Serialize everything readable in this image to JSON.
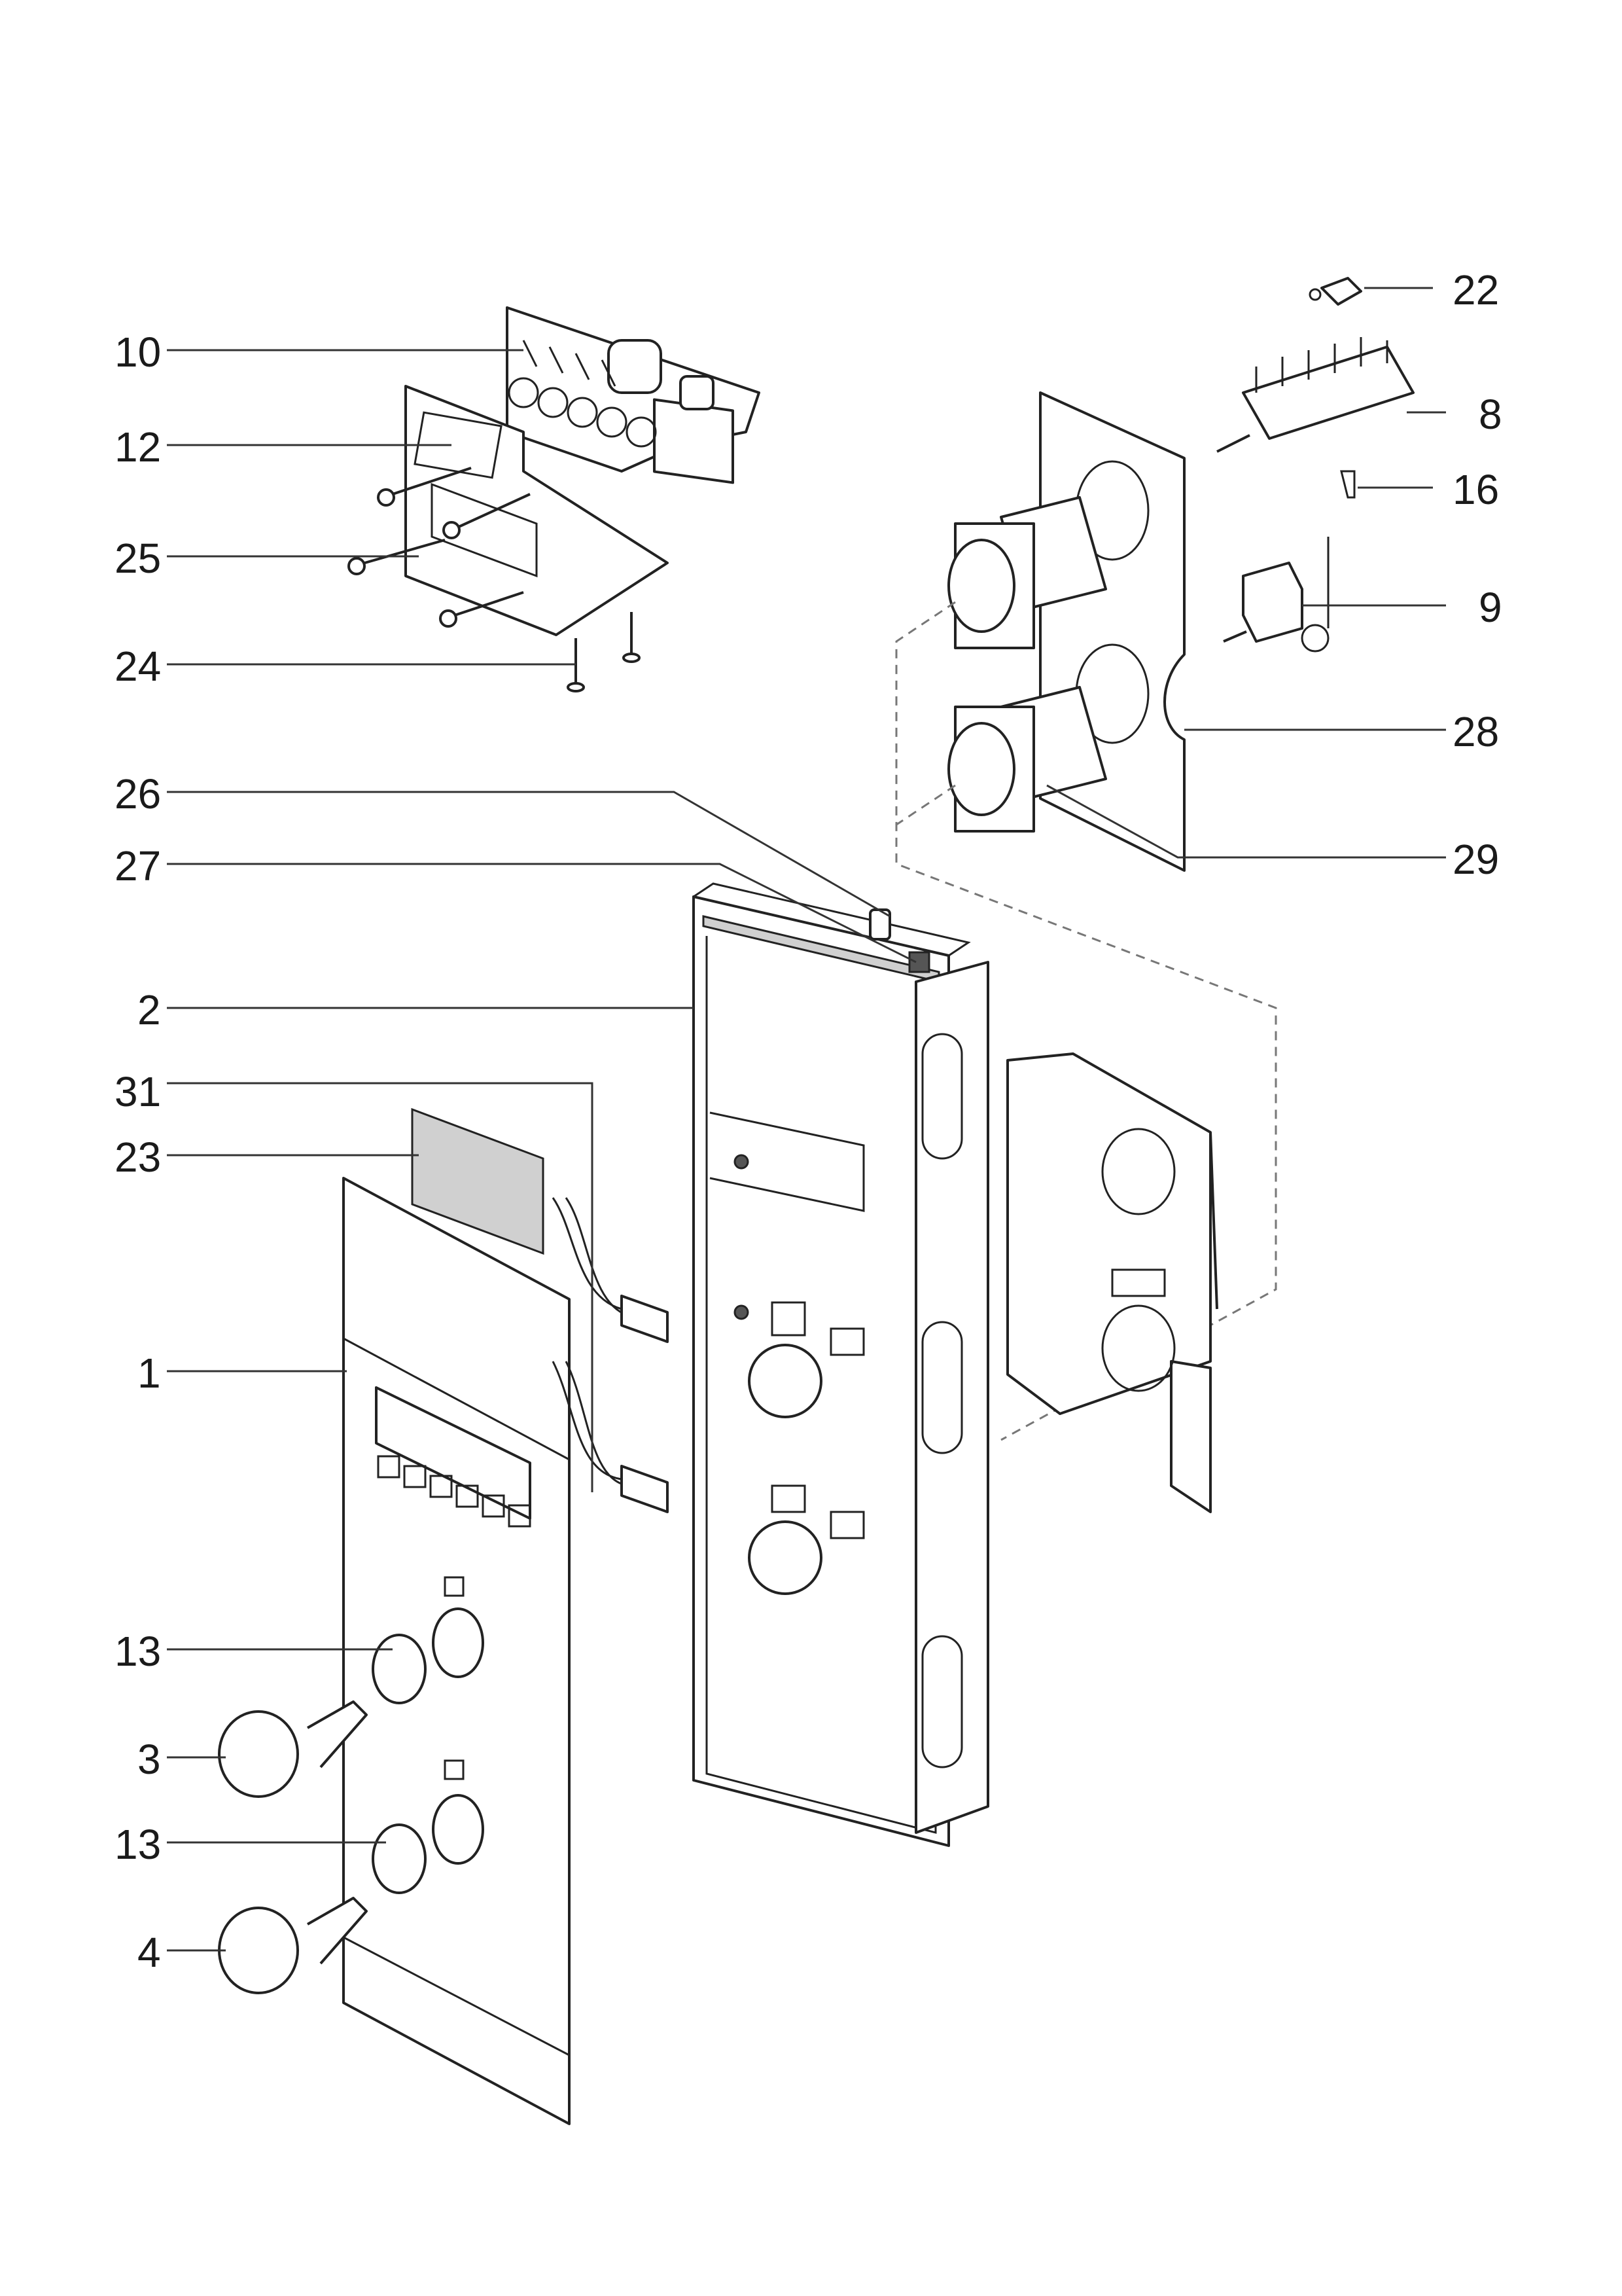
{
  "labels": {
    "p1": "1",
    "p2": "2",
    "p3": "3",
    "p4": "4",
    "p8": "8",
    "p9": "9",
    "p10": "10",
    "p12": "12",
    "p13a": "13",
    "p13b": "13",
    "p16": "16",
    "p22": "22",
    "p23": "23",
    "p24": "24",
    "p25": "25",
    "p26": "26",
    "p27": "27",
    "p28": "28",
    "p29": "29",
    "p31": "31"
  }
}
